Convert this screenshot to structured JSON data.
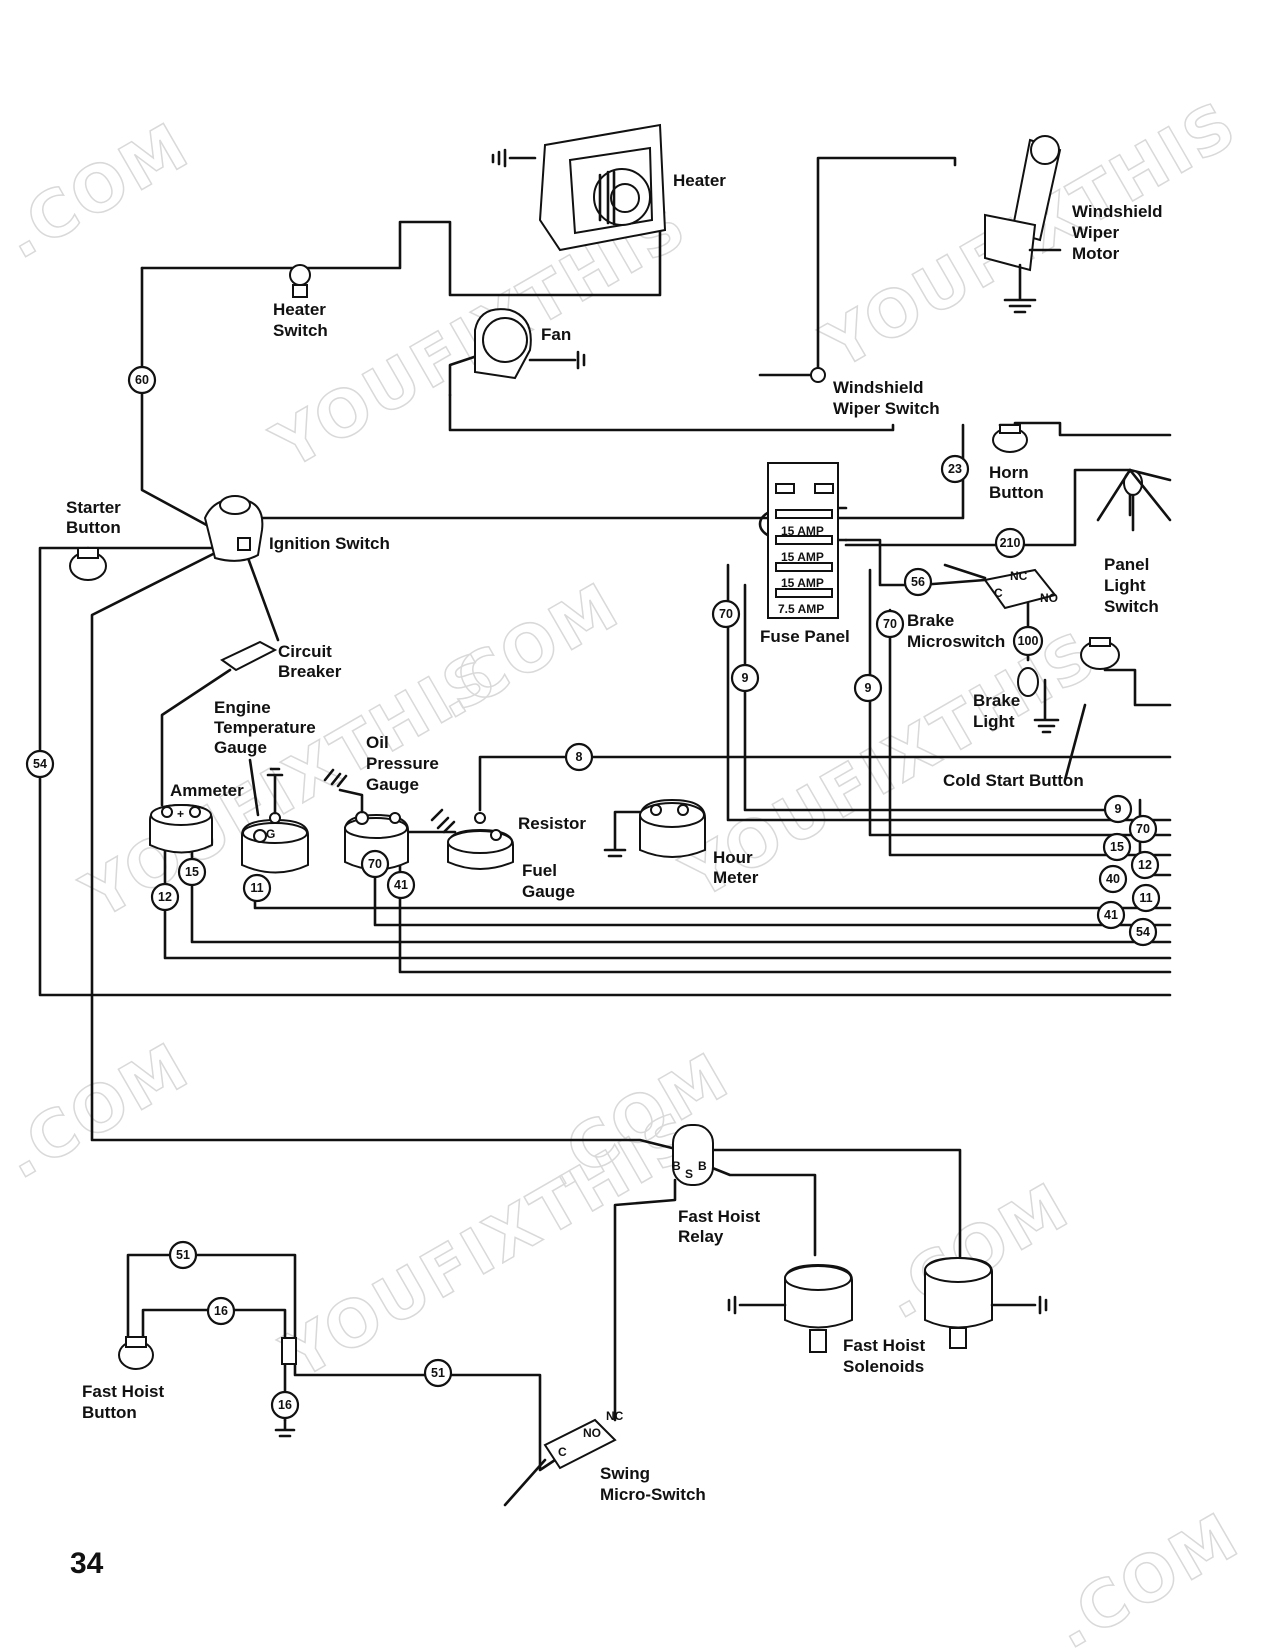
{
  "page_number": "34",
  "watermarks": [
    ".COM",
    "YOUFIXTHIS",
    "YOUFIXTHIS",
    ".COM",
    "YOUFIXTHIS",
    "YOUFIXTHIS",
    ".COM",
    ".COM",
    "YOUFIXTHIS",
    ".COM",
    ".COM"
  ],
  "labels": {
    "heater": "Heater",
    "windshield_wiper_motor": [
      "Windshield",
      "Wiper",
      "Motor"
    ],
    "heater_switch": [
      "Heater",
      "Switch"
    ],
    "fan": "Fan",
    "windshield_wiper_switch": [
      "Windshield",
      "Wiper Switch"
    ],
    "horn_button": [
      "Horn",
      "Button"
    ],
    "starter_button": [
      "Starter",
      "Button"
    ],
    "ignition_switch": "Ignition Switch",
    "panel_light_switch": [
      "Panel",
      "Light",
      "Switch"
    ],
    "brake_microswitch": [
      "Brake",
      "Microswitch"
    ],
    "fuse_panel": "Fuse Panel",
    "circuit_breaker": [
      "Circuit",
      "Breaker"
    ],
    "brake_light": [
      "Brake",
      "Light"
    ],
    "engine_temperature_gauge": [
      "Engine",
      "Temperature",
      "Gauge"
    ],
    "oil_pressure_gauge": [
      "Oil",
      "Pressure",
      "Gauge"
    ],
    "cold_start_button": "Cold Start Button",
    "ammeter": "Ammeter",
    "resistor": "Resistor",
    "hour_meter": [
      "Hour",
      "Meter"
    ],
    "fuel_gauge": [
      "Fuel",
      "Gauge"
    ],
    "fast_hoist_relay": [
      "Fast Hoist",
      "Relay"
    ],
    "fast_hoist_solenoids": [
      "Fast Hoist",
      "Solenoids"
    ],
    "fast_hoist_button": [
      "Fast Hoist",
      "Button"
    ],
    "swing_micro_switch": [
      "Swing",
      "Micro-Switch"
    ]
  },
  "fuses": [
    "15 AMP",
    "15 AMP",
    "15 AMP",
    "7.5 AMP"
  ],
  "terminal_marks": {
    "ammeter": "+",
    "temp_gauge": "G",
    "relay": [
      "B",
      "S",
      "B"
    ],
    "brake_switch": [
      "NC",
      "C",
      "NO"
    ],
    "swing_switch": [
      "NC",
      "NO",
      "C"
    ]
  },
  "wire_numbers": {
    "w60": "60",
    "w54": "54",
    "w23": "23",
    "w210": "210",
    "w56": "56",
    "w70a": "70",
    "w70b": "70",
    "w9a": "9",
    "w9b": "9",
    "w100": "100",
    "w8": "8",
    "w15": "15",
    "w12": "12",
    "w11": "11",
    "w70c": "70",
    "w41": "41",
    "r9": "9",
    "r70": "70",
    "r15": "15",
    "r12": "12",
    "r40": "40",
    "r11": "11",
    "r41": "41",
    "r54": "54",
    "w51a": "51",
    "w16a": "16",
    "w51b": "51",
    "w16b": "16"
  }
}
